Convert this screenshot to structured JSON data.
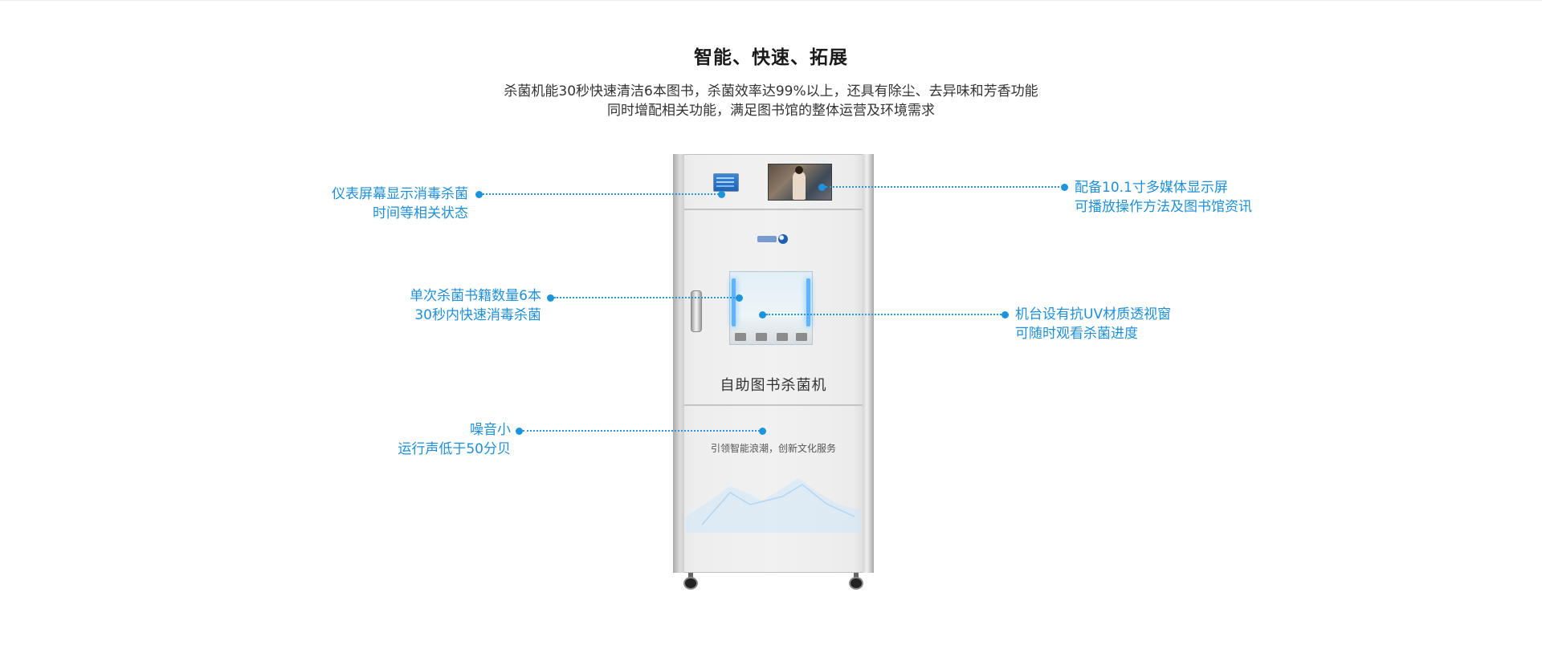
{
  "header": {
    "title": "智能、快速、拓展",
    "subtitle_line1": "杀菌机能30秒快速清洁6本图书，杀菌效率达99%以上，还具有除尘、去异味和芳香功能",
    "subtitle_line2": "同时增配相关功能，满足图书馆的整体运营及环境需求"
  },
  "callouts": {
    "display": {
      "line1": "仪表屏幕显示消毒杀菌",
      "line2": "时间等相关状态"
    },
    "capacity": {
      "line1": "单次杀菌书籍数量6本",
      "line2": "30秒内快速消毒杀菌"
    },
    "noise": {
      "line1": "噪音小",
      "line2": "运行声低于50分贝"
    },
    "screen": {
      "line1": "配备10.1寸多媒体显示屏",
      "line2": "可播放操作方法及图书馆资讯"
    },
    "window": {
      "line1": "机台设有抗UV材质透视窗",
      "line2": "可随时观看杀菌进度"
    }
  },
  "machine": {
    "label": "自助图书杀菌机",
    "slogan": "引领智能浪潮，创新文化服务"
  },
  "colors": {
    "accent": "#1e93dd",
    "callout_text": "#1f8fd8",
    "title": "#1a1a1a"
  }
}
